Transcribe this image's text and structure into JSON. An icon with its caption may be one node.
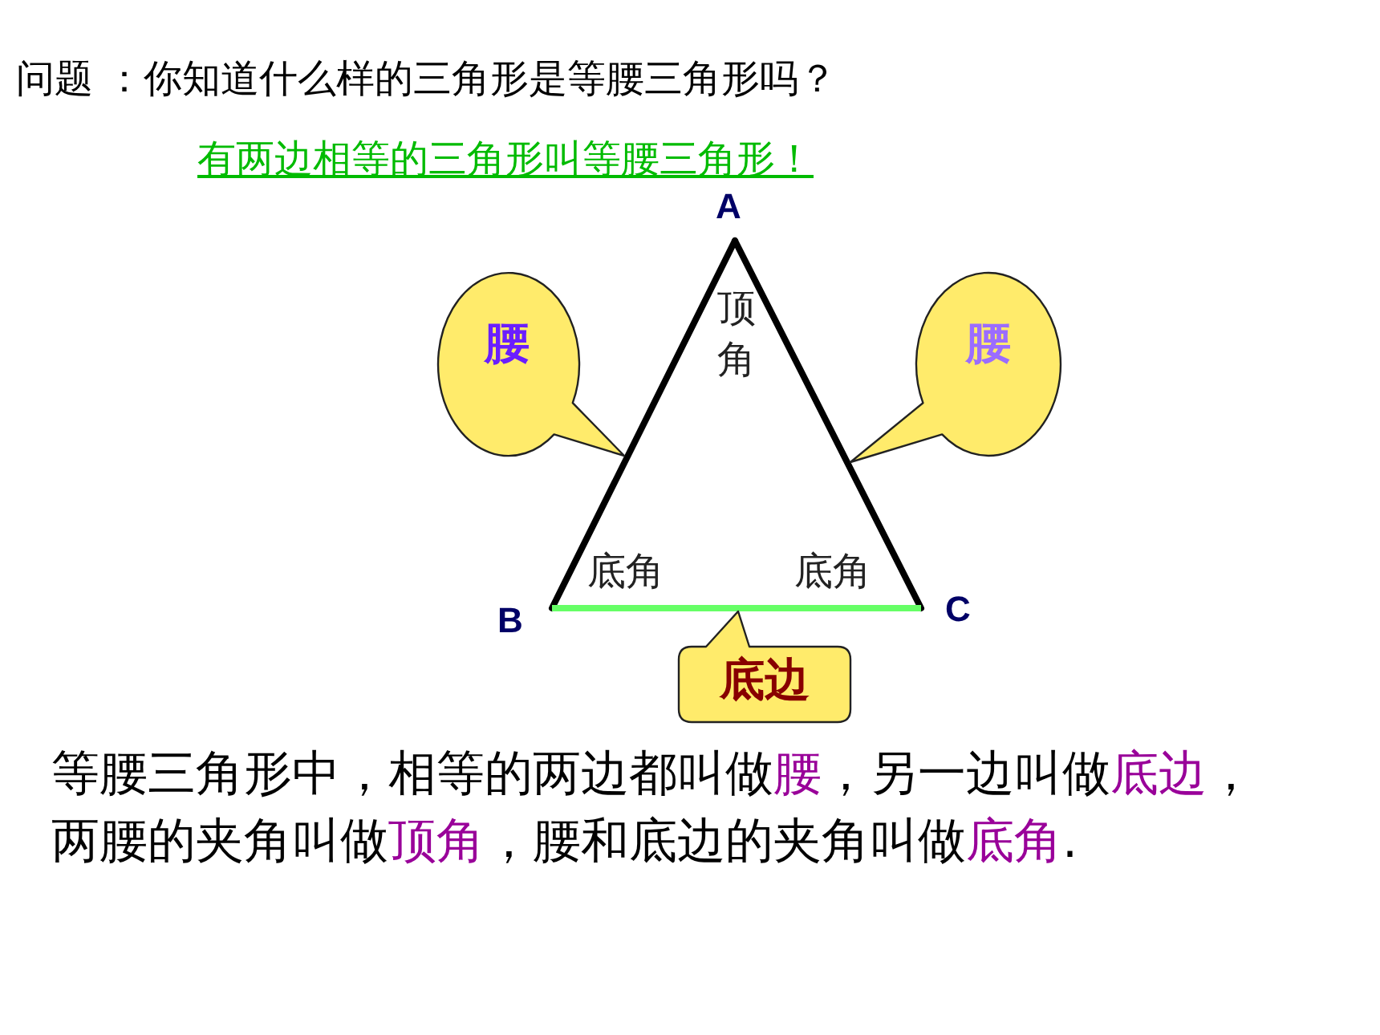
{
  "diagram": {
    "title": "问题 ：你知道什么样的三角形是等腰三角形吗？",
    "nodes": [
      {
        "text": [
          "腰"
        ]
      },
      {
        "text": [
          "腰"
        ]
      },
      {
        "text": [
          "底边"
        ]
      }
    ],
    "labels": [
      "有两边相等的三角形叫等腰三角形！",
      "A",
      "顶角",
      "底角",
      "底角",
      "B",
      "C",
      "等腰三角形中，相等的两边都叫做**腰**，另一边叫做**底边**，两腰的夹角叫做**顶角**，腰和底边的夹角叫做**底角**."
    ]
  }
}
